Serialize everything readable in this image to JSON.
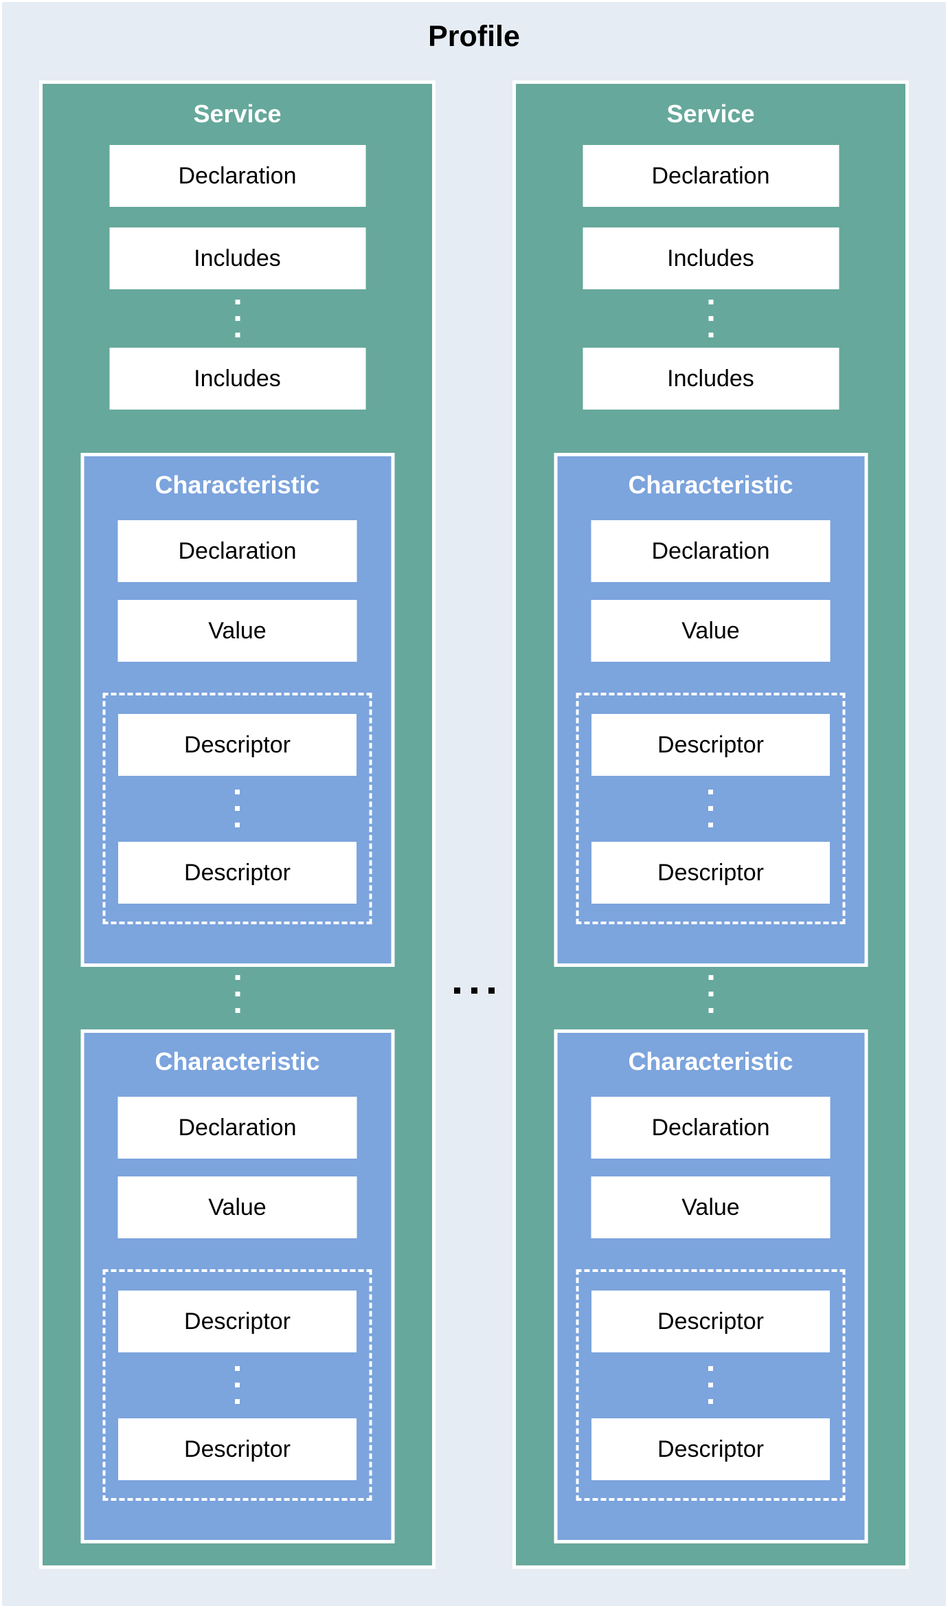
{
  "page": {
    "title": "Profile"
  },
  "colors": {
    "background": "#E6ECF4",
    "service_fill": "#66A89B",
    "characteristic_fill": "#7CA4DD",
    "box_fill": "#FFFFFF",
    "border": "#FFFFFF",
    "title_text": "#000000",
    "box_text": "#000000",
    "header_text": "#FFFFFF"
  },
  "icons": {
    "vertical_ellipsis": "three-square-dots-vertical",
    "horizontal_ellipsis": "three-square-dots-horizontal"
  },
  "services": [
    {
      "title": "Service",
      "declaration_label": "Declaration",
      "includes_labels": [
        "Includes",
        "Includes"
      ],
      "characteristics": [
        {
          "title": "Characteristic",
          "declaration_label": "Declaration",
          "value_label": "Value",
          "descriptor_labels": [
            "Descriptor",
            "Descriptor"
          ]
        },
        {
          "title": "Characteristic",
          "declaration_label": "Declaration",
          "value_label": "Value",
          "descriptor_labels": [
            "Descriptor",
            "Descriptor"
          ]
        }
      ]
    },
    {
      "title": "Service",
      "declaration_label": "Declaration",
      "includes_labels": [
        "Includes",
        "Includes"
      ],
      "characteristics": [
        {
          "title": "Characteristic",
          "declaration_label": "Declaration",
          "value_label": "Value",
          "descriptor_labels": [
            "Descriptor",
            "Descriptor"
          ]
        },
        {
          "title": "Characteristic",
          "declaration_label": "Declaration",
          "value_label": "Value",
          "descriptor_labels": [
            "Descriptor",
            "Descriptor"
          ]
        }
      ]
    }
  ]
}
